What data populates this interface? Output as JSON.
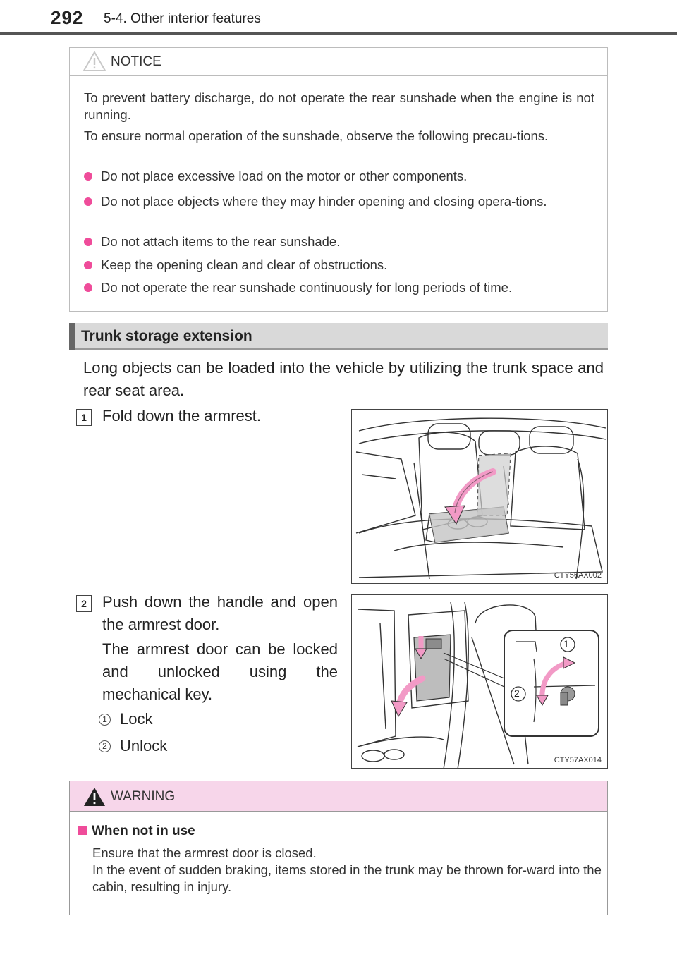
{
  "header": {
    "page_number": "292",
    "section": "5-4. Other interior features"
  },
  "notice": {
    "title": "NOTICE",
    "paragraph1": "To prevent battery discharge, do not operate the rear sunshade when the engine is not running.",
    "paragraph2": "To ensure normal operation of the sunshade, observe the following precau-tions.",
    "bullets": [
      "Do not place excessive load on the motor or other components.",
      "Do not place objects where they may hinder opening and closing opera-tions.",
      "Do not attach items to the rear sunshade.",
      "Keep the opening clean and clear of obstructions.",
      "Do not operate the rear sunshade continuously for long periods of time."
    ]
  },
  "section_heading": "Trunk storage extension",
  "intro": "Long objects can be loaded into the vehicle by utilizing the trunk space and rear seat area.",
  "steps": [
    {
      "number": "1",
      "text": "Fold down the armrest.",
      "figure_caption": "CTY56AX002"
    },
    {
      "number": "2",
      "text": "Push down the handle and open the armrest door.",
      "note": "The armrest door can be locked and unlocked using the mechanical key.",
      "sub_items": [
        {
          "number": "1",
          "label": "Lock"
        },
        {
          "number": "2",
          "label": "Unlock"
        }
      ],
      "figure_caption": "CTY57AX014",
      "figure_callouts": [
        "1",
        "2"
      ]
    }
  ],
  "warning": {
    "title": "WARNING",
    "subheading": "When not in use",
    "line1": "Ensure that the armrest door is closed.",
    "line2": "In the event of sudden braking, items stored in the trunk may be thrown for-ward into the cabin, resulting in injury."
  },
  "colors": {
    "bullet_accent": "#ef4c9a",
    "warning_header_bg": "#f7d6ea",
    "heading_bar_bg": "#d9d9d9",
    "arrow_pink": "#f29ac6"
  }
}
